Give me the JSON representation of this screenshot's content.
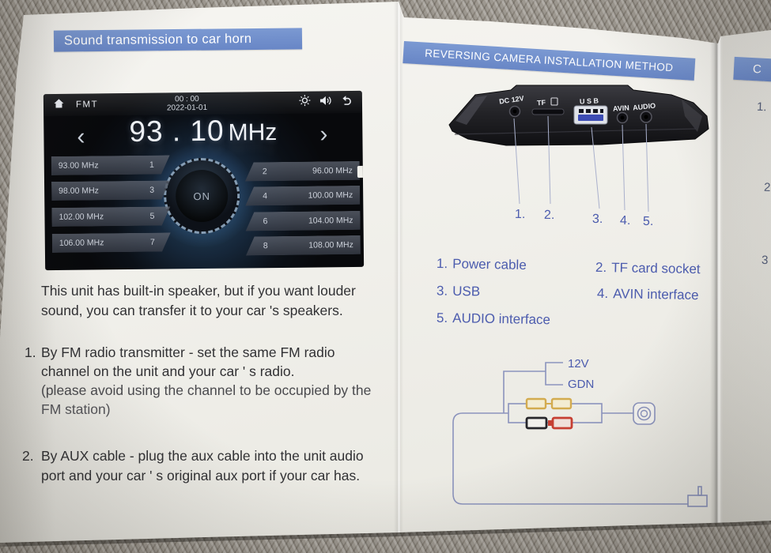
{
  "left_page": {
    "header": "Sound transmission to car horn",
    "radio": {
      "source_label": "FMT",
      "time": "00 : 00",
      "date": "2022-01-01",
      "frequency_value": "93 . 10",
      "frequency_unit": "MHz",
      "prev_glyph": "‹",
      "next_glyph": "›",
      "knob_label": "ON",
      "presets_left": [
        {
          "freq": "93.00 MHz",
          "num": "1"
        },
        {
          "freq": "98.00 MHz",
          "num": "3"
        },
        {
          "freq": "102.00 MHz",
          "num": "5"
        },
        {
          "freq": "106.00 MHz",
          "num": "7"
        }
      ],
      "presets_right": [
        {
          "num": "2",
          "freq": "96.00 MHz"
        },
        {
          "num": "4",
          "freq": "100.00 MHz"
        },
        {
          "num": "6",
          "freq": "104.00 MHz"
        },
        {
          "num": "8",
          "freq": "108.00 MHz"
        }
      ]
    },
    "paragraph_lines": [
      "This unit has built-in speaker, but if you want louder",
      "sound, you can transfer it to your car 's speakers."
    ],
    "items": [
      {
        "num": "1.",
        "lines": [
          "By FM radio transmitter - set the same FM radio",
          "channel on the unit and your car ' s radio.",
          "(please avoid using the channel to be occupied by the",
          "FM station)"
        ]
      },
      {
        "num": "2.",
        "lines": [
          "By AUX cable - plug the aux cable into the unit audio",
          "port and your car ' s original aux port if your car has."
        ]
      }
    ]
  },
  "right_page": {
    "header": "REVERSING CAMERA INSTALLATION METHOD",
    "device_ports": [
      "DC 12V",
      "TF",
      "U S B",
      "AVIN",
      "AUDIO"
    ],
    "callout_numbers": [
      "1.",
      "2.",
      "3.",
      "4.",
      "5."
    ],
    "legend": [
      {
        "num": "1.",
        "label": "Power cable"
      },
      {
        "num": "2.",
        "label": "TF card socket"
      },
      {
        "num": "3.",
        "label": "USB"
      },
      {
        "num": "4.",
        "label": "AVIN interface"
      },
      {
        "num": "5.",
        "label": "AUDIO interface"
      }
    ],
    "wiring_labels": {
      "power": "12V",
      "ground": "GDN"
    }
  },
  "third_page": {
    "header_fragment": "C",
    "numbers": [
      "1.",
      "2.",
      "3"
    ]
  },
  "colors": {
    "banner_blue": "#6e8ecb",
    "label_blue": "#4c5cae",
    "paper": "#f1f0eb",
    "carpet": "#9d9890",
    "wiring_line": "#8b93bd",
    "connector_yellow": "#d3ab4f",
    "connector_red": "#c63f32",
    "connector_black": "#26262a",
    "usb_blue": "#3c4cb4"
  }
}
